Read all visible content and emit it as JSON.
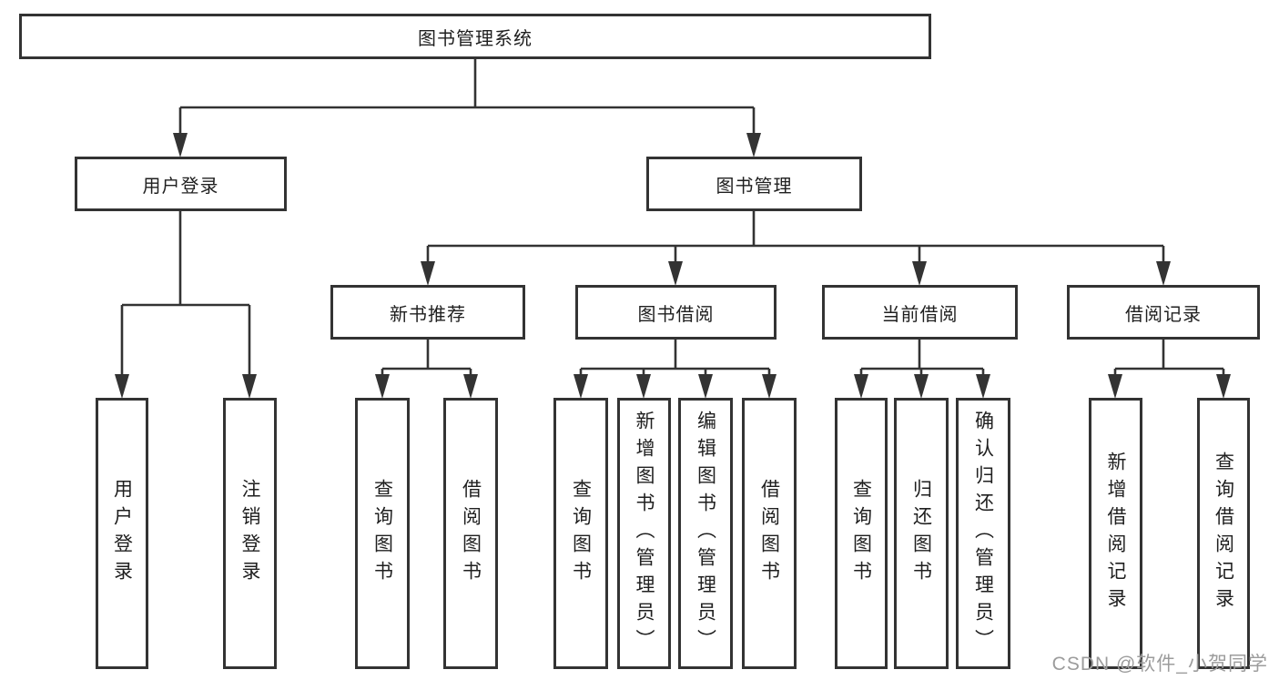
{
  "diagram": {
    "root": {
      "label": "图书管理系统"
    },
    "level2": [
      {
        "label": "用户登录"
      },
      {
        "label": "图书管理"
      }
    ],
    "level3": [
      {
        "label": "新书推荐",
        "parent": "图书管理"
      },
      {
        "label": "图书借阅",
        "parent": "图书管理"
      },
      {
        "label": "当前借阅",
        "parent": "图书管理"
      },
      {
        "label": "借阅记录",
        "parent": "图书管理"
      }
    ],
    "leaves": [
      {
        "label": "用户登录",
        "parent": "用户登录"
      },
      {
        "label": "注销登录",
        "parent": "用户登录"
      },
      {
        "label": "查询图书",
        "parent": "新书推荐"
      },
      {
        "label": "借阅图书",
        "parent": "新书推荐"
      },
      {
        "label": "查询图书",
        "parent": "图书借阅"
      },
      {
        "label": "新增图书（管理员）",
        "parent": "图书借阅"
      },
      {
        "label": "编辑图书（管理员）",
        "parent": "图书借阅"
      },
      {
        "label": "借阅图书",
        "parent": "图书借阅"
      },
      {
        "label": "查询图书",
        "parent": "当前借阅"
      },
      {
        "label": "归还图书",
        "parent": "当前借阅"
      },
      {
        "label": "确认归还（管理员）",
        "parent": "当前借阅"
      },
      {
        "label": "新增借阅记录",
        "parent": "借阅记录"
      },
      {
        "label": "查询借阅记录",
        "parent": "借阅记录"
      }
    ],
    "watermark": "CSDN @软件_小贺同学",
    "colors": {
      "line": "#333333",
      "box_border": "#333333",
      "text": "#1f1f1f",
      "watermark": "#9c9c9c",
      "background": "#ffffff"
    }
  }
}
